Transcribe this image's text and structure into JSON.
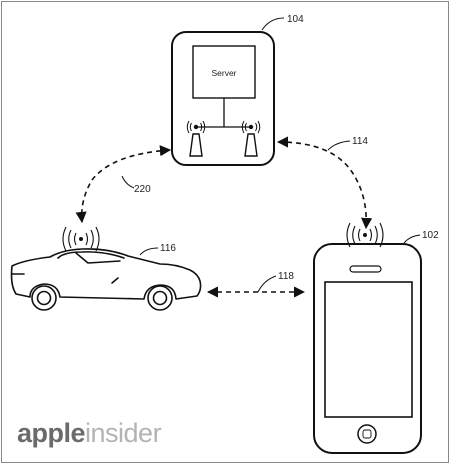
{
  "server": {
    "label": "Server",
    "ref": "104"
  },
  "phone": {
    "ref": "102"
  },
  "car": {
    "ref": "116"
  },
  "links": {
    "server_phone": "114",
    "server_car": "220",
    "car_phone": "118"
  },
  "watermark": {
    "apple": "apple",
    "insider": "insider",
    "apple_color": "#6b6b6b",
    "insider_color": "#b3b3b3"
  }
}
